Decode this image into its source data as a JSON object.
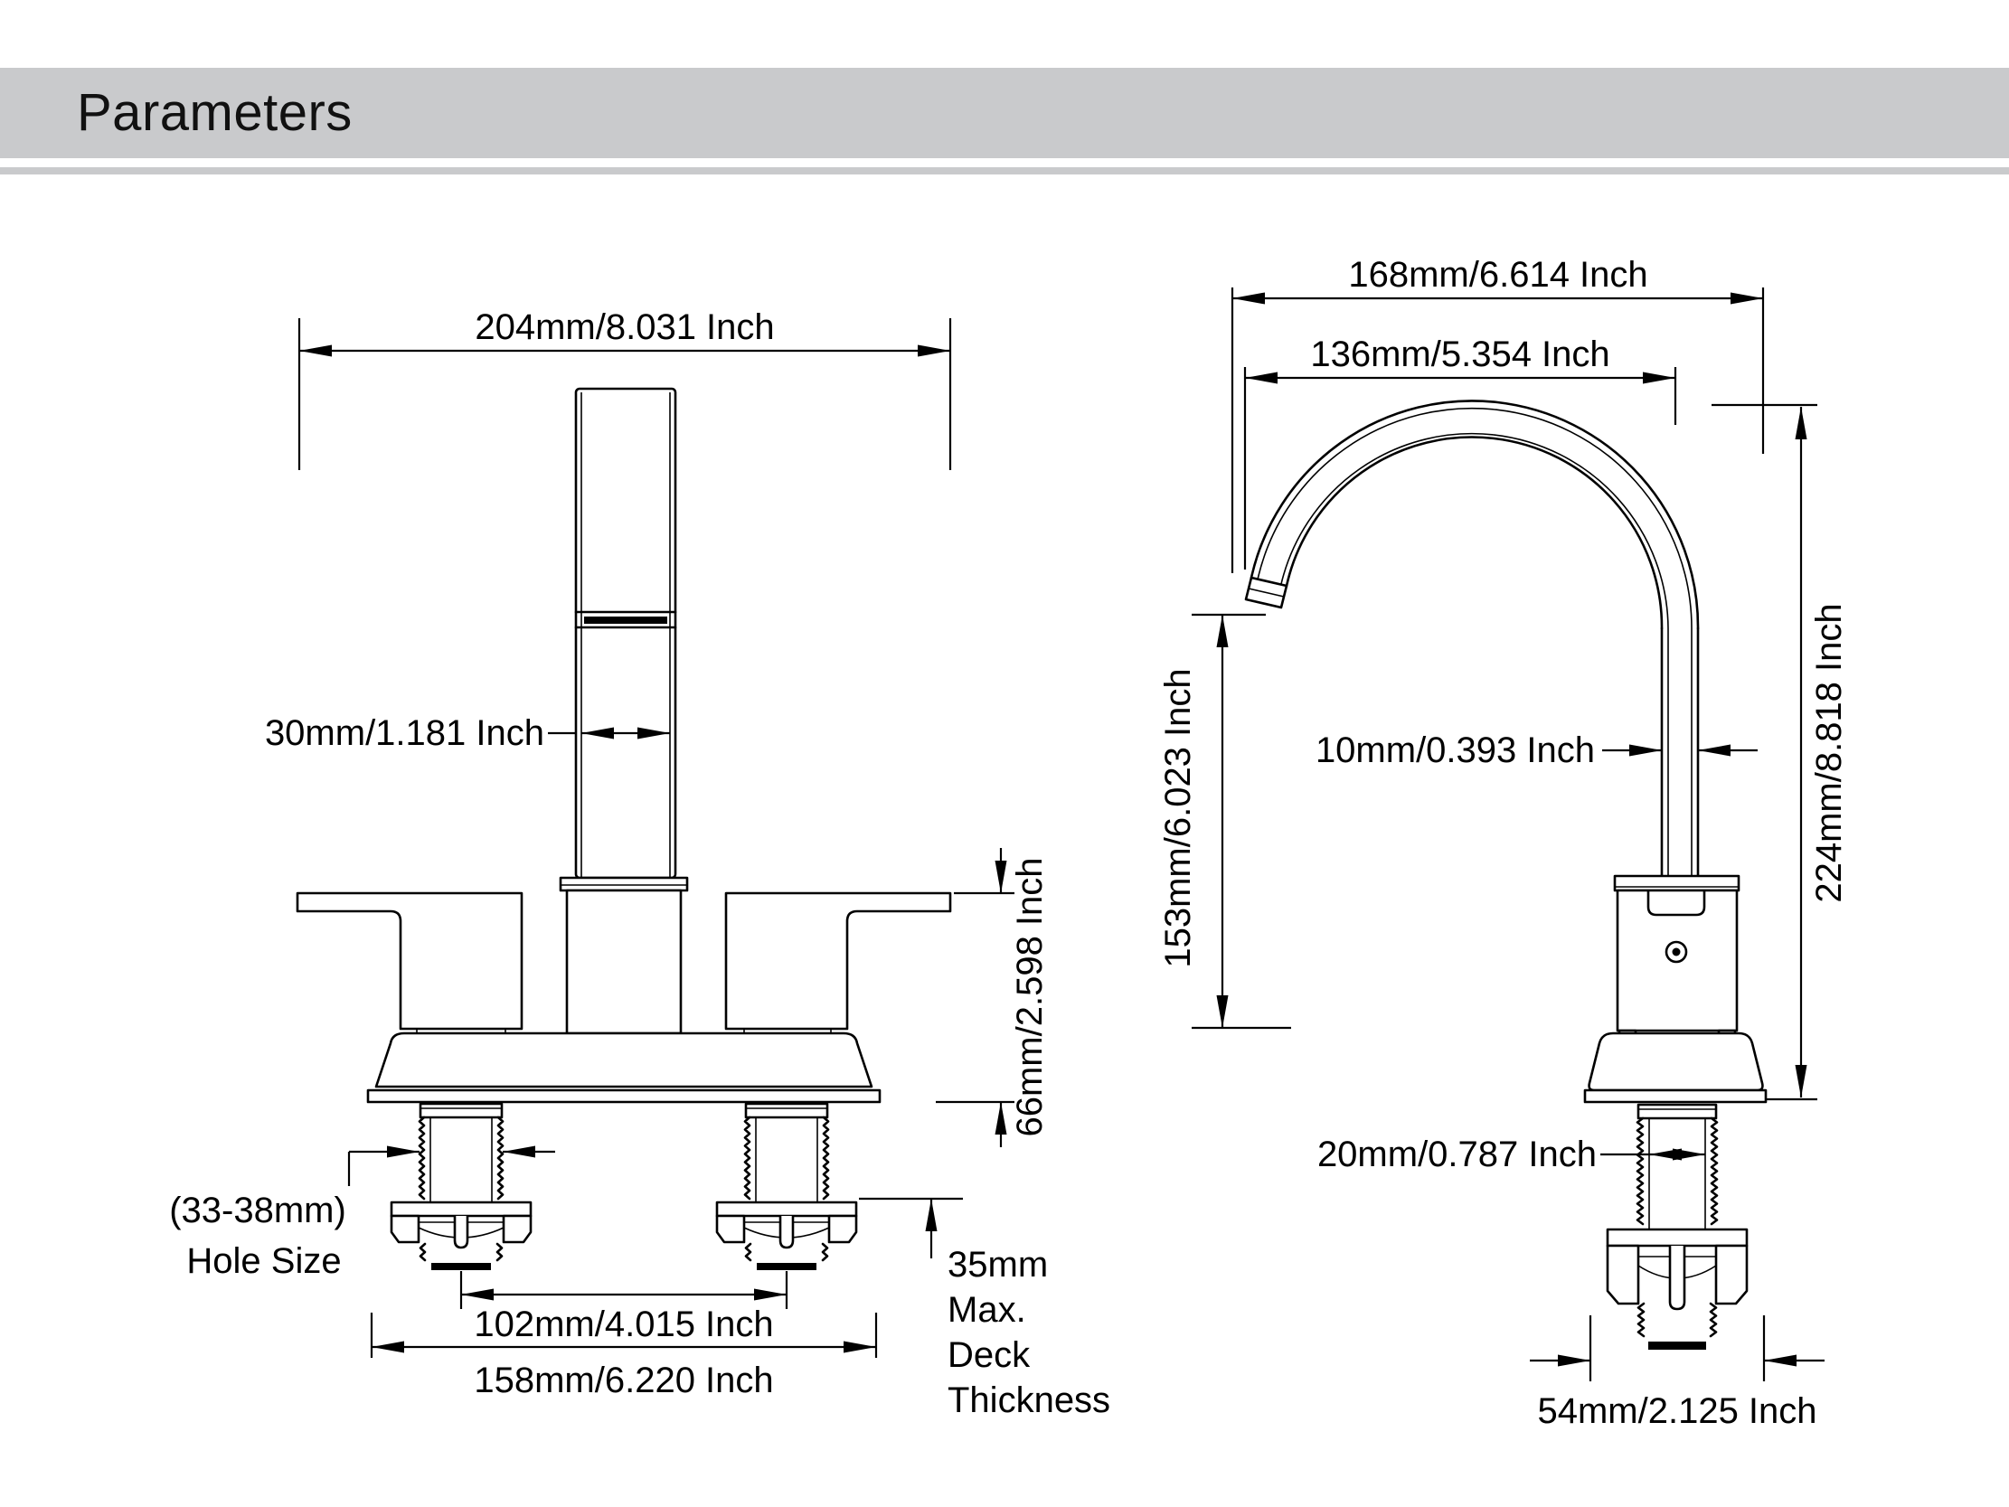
{
  "header": {
    "title": "Parameters"
  },
  "front_view": {
    "overall_width": "204mm/8.031 Inch",
    "spout_column_width": "30mm/1.181 Inch",
    "handle_to_deck_height": "66mm/2.598 Inch",
    "hole_size_line1": "(33-38mm)",
    "hole_size_line2": "Hole Size",
    "faucet_hole_spacing": "102mm/4.015 Inch",
    "overall_base_width": "158mm/6.220 Inch",
    "deck_thickness_lines": [
      "35mm",
      "Max.",
      "Deck",
      "Thickness"
    ]
  },
  "side_view": {
    "overall_depth": "168mm/6.614 Inch",
    "spout_reach": "136mm/5.354 Inch",
    "spout_outlet_height": "153mm/6.023 Inch",
    "overall_height": "224mm/8.818 Inch",
    "spout_tube_diameter": "10mm/0.393 Inch",
    "shank_diameter": "20mm/0.787 Inch",
    "base_bottom_width": "54mm/2.125 Inch"
  },
  "colors": {
    "header_band": "#c9cacc",
    "line": "#000000",
    "background": "#ffffff"
  }
}
